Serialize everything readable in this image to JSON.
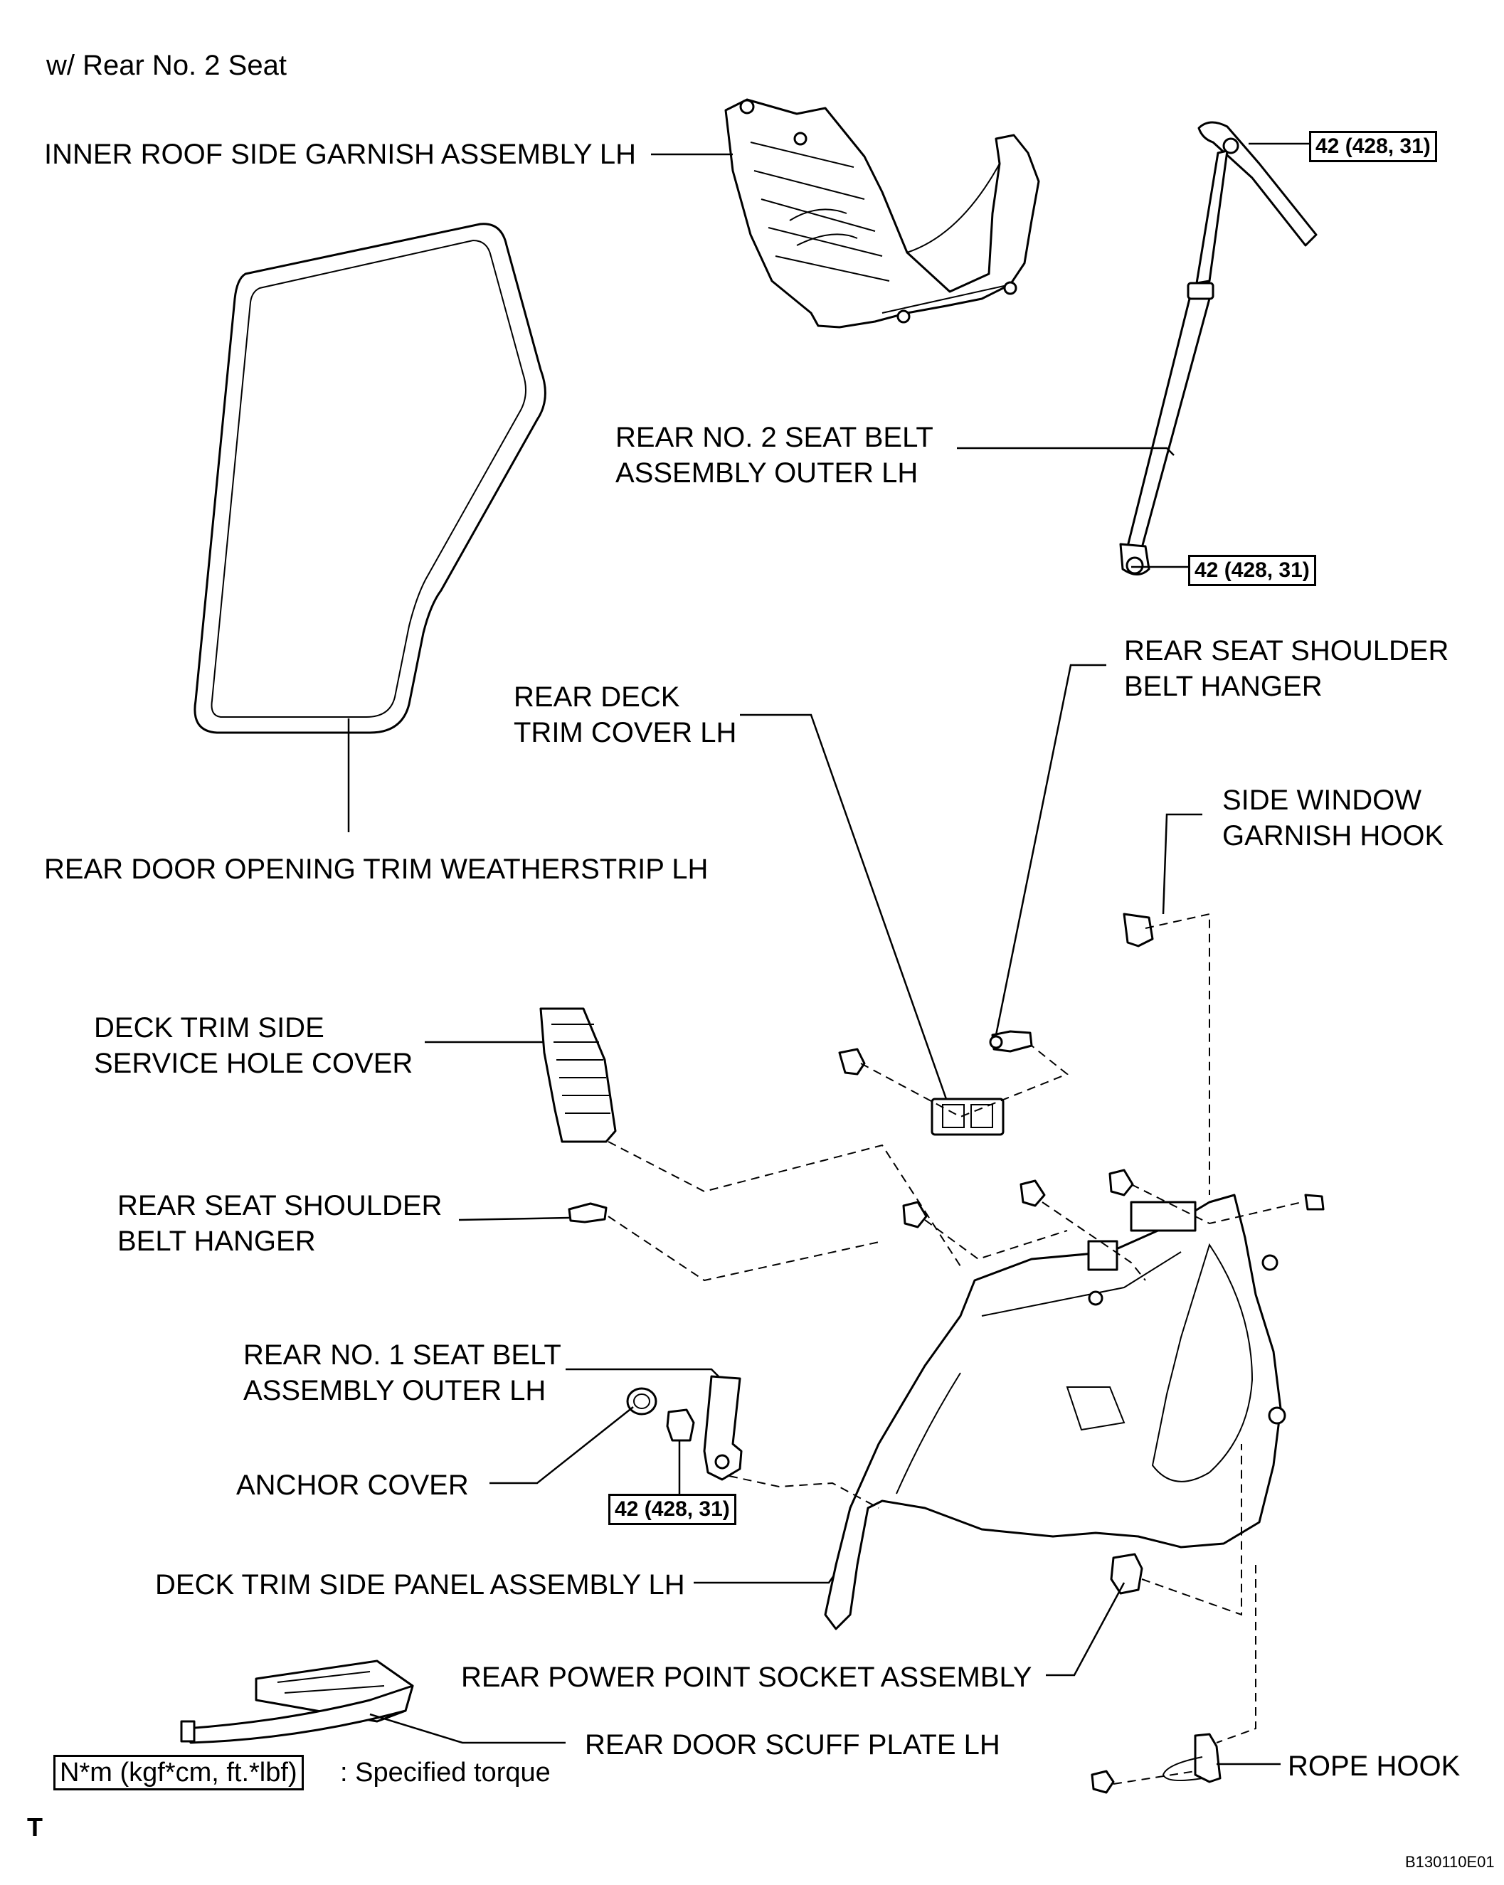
{
  "header": {
    "variant": "w/ Rear No. 2 Seat"
  },
  "labels": {
    "inner_roof_garnish": "INNER ROOF SIDE GARNISH ASSEMBLY LH",
    "no2_belt": "REAR NO. 2 SEAT BELT\nASSEMBLY OUTER LH",
    "weatherstrip": "REAR DOOR OPENING TRIM WEATHERSTRIP LH",
    "deck_trim_cover": "REAR DECK\nTRIM COVER LH",
    "shoulder_hanger_upper": "REAR SEAT SHOULDER\nBELT HANGER",
    "side_window_hook": "SIDE WINDOW\nGARNISH HOOK",
    "service_hole_cover": "DECK TRIM SIDE\nSERVICE HOLE COVER",
    "shoulder_hanger_lower": "REAR SEAT SHOULDER\nBELT HANGER",
    "no1_belt": "REAR NO. 1 SEAT BELT\nASSEMBLY OUTER LH",
    "anchor_cover": "ANCHOR COVER",
    "side_panel": "DECK TRIM SIDE PANEL ASSEMBLY LH",
    "power_socket": "REAR POWER POINT SOCKET ASSEMBLY",
    "scuff_plate": "REAR DOOR SCUFF PLATE LH",
    "rope_hook": "ROPE HOOK"
  },
  "torque": {
    "top": "42 (428, 31)",
    "middle": "42 (428, 31)",
    "lower": "42 (428, 31)"
  },
  "legend": {
    "unit": "N*m (kgf*cm, ft.*lbf)",
    "text": ": Specified torque"
  },
  "footer": {
    "corner_mark": "T",
    "figure_id": "B130110E01"
  }
}
